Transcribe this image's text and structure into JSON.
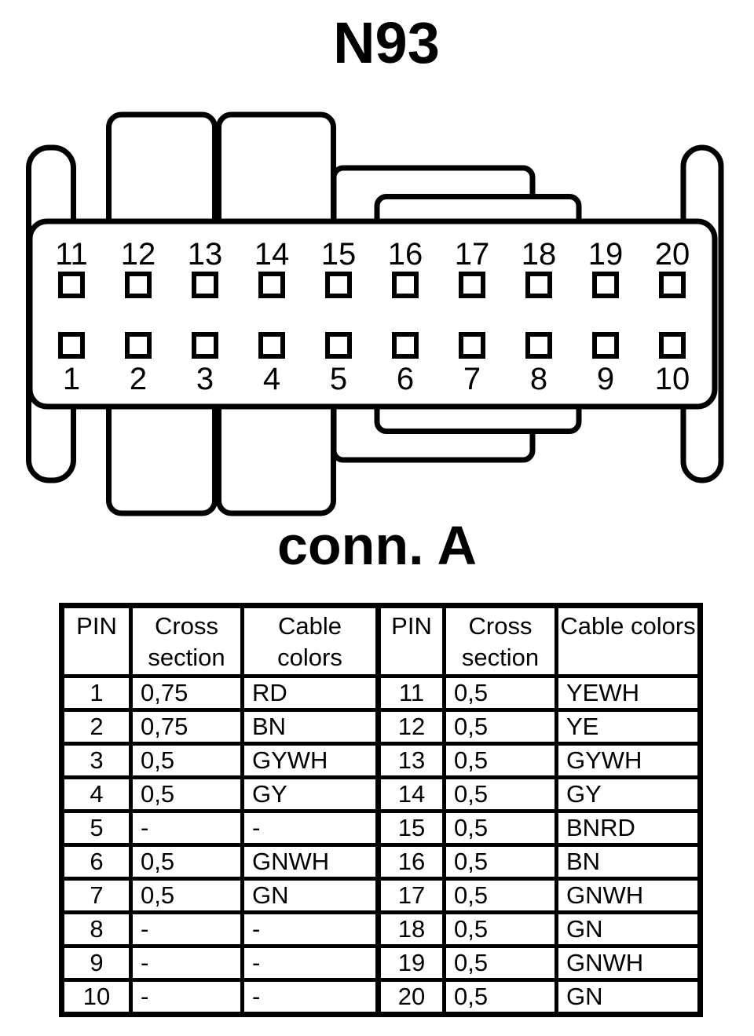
{
  "title": "N93",
  "connector": {
    "label": "conn. A",
    "top_pins": [
      "11",
      "12",
      "13",
      "14",
      "15",
      "16",
      "17",
      "18",
      "19",
      "20"
    ],
    "bottom_pins": [
      "1",
      "2",
      "3",
      "4",
      "5",
      "6",
      "7",
      "8",
      "9",
      "10"
    ]
  },
  "table": {
    "headers": [
      "PIN",
      "Cross section",
      "Cable colors",
      "PIN",
      "Cross section",
      "Cable colors"
    ],
    "rows": [
      [
        "1",
        "0,75",
        "RD",
        "11",
        "0,5",
        "YEWH"
      ],
      [
        "2",
        "0,75",
        "BN",
        "12",
        "0,5",
        "YE"
      ],
      [
        "3",
        "0,5",
        "GYWH",
        "13",
        "0,5",
        "GYWH"
      ],
      [
        "4",
        "0,5",
        "GY",
        "14",
        "0,5",
        "GY"
      ],
      [
        "5",
        "-",
        "-",
        "15",
        "0,5",
        "BNRD"
      ],
      [
        "6",
        "0,5",
        "GNWH",
        "16",
        "0,5",
        "BN"
      ],
      [
        "7",
        "0,5",
        "GN",
        "17",
        "0,5",
        "GNWH"
      ],
      [
        "8",
        "-",
        "-",
        "18",
        "0,5",
        "GN"
      ],
      [
        "9",
        "-",
        "-",
        "19",
        "0,5",
        "GNWH"
      ],
      [
        "10",
        "-",
        "-",
        "20",
        "0,5",
        "GN"
      ]
    ]
  },
  "colors": {
    "ink": "#000000",
    "background": "#ffffff"
  }
}
